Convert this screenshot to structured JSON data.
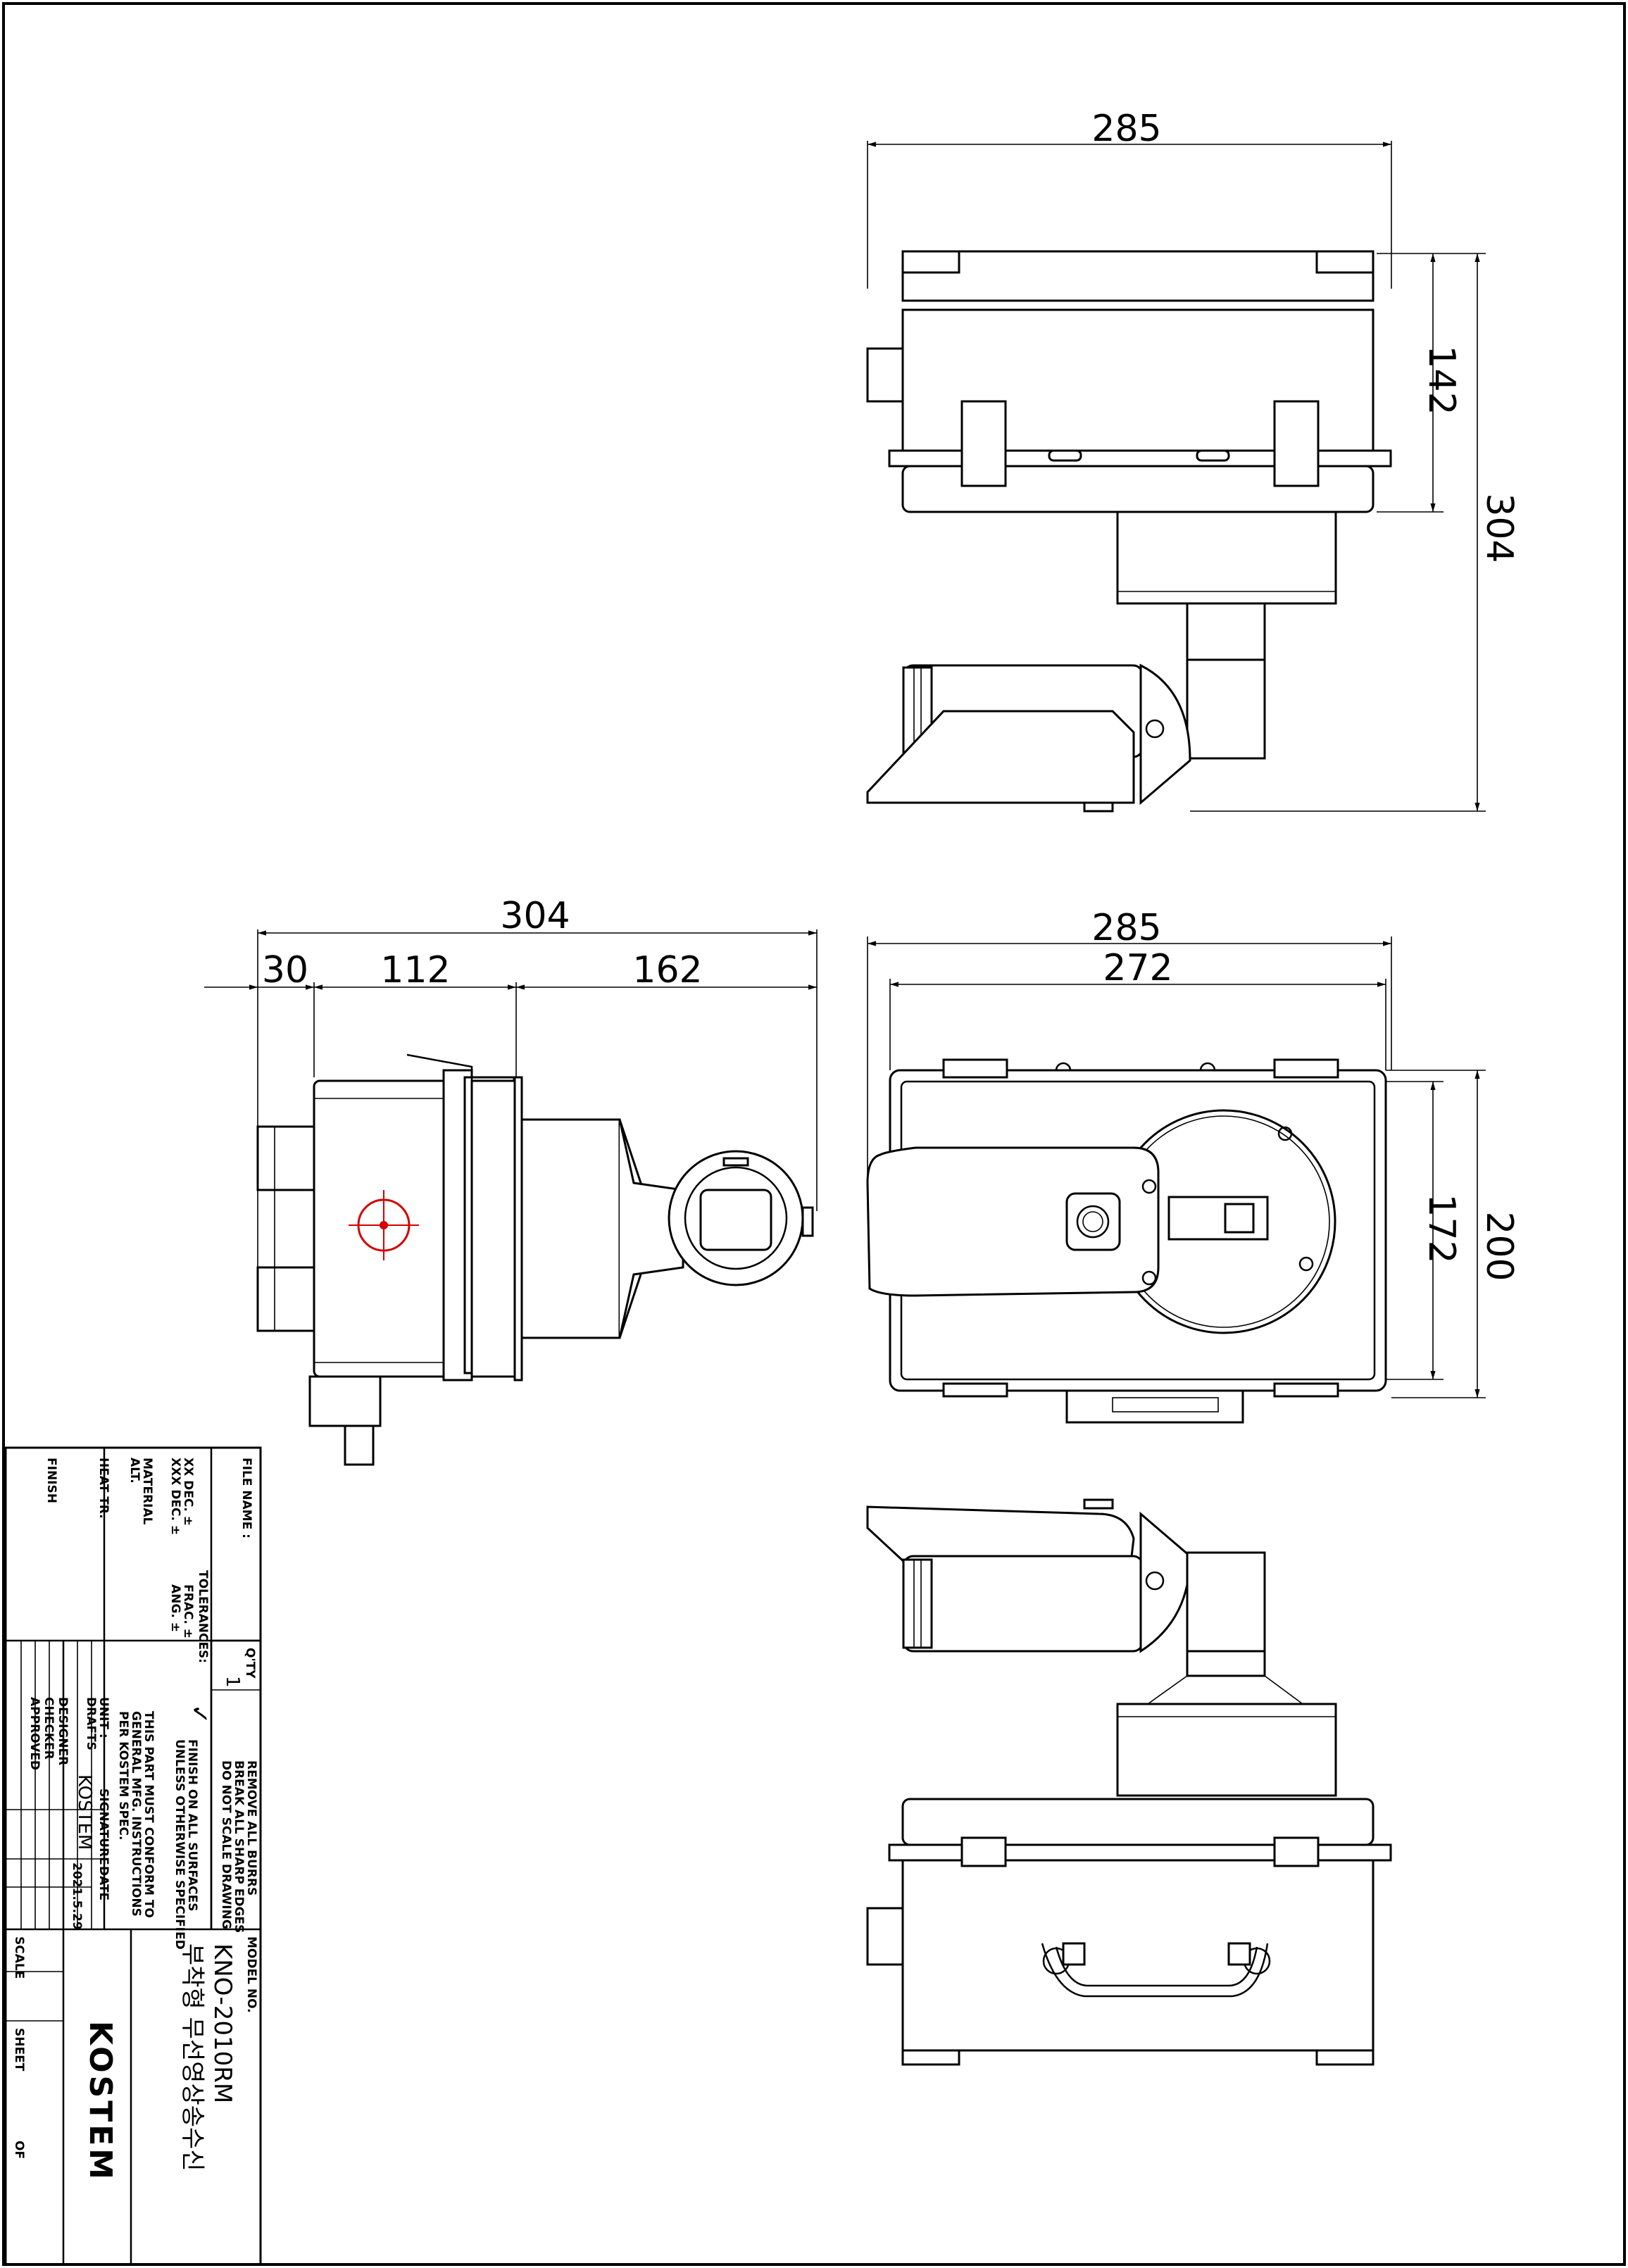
{
  "dimensions": {
    "top_width": "285",
    "top_height_body": "142",
    "top_height_total": "304",
    "side_total": "304",
    "side_a": "30",
    "side_b": "112",
    "side_c": "162",
    "front_width_outer": "285",
    "front_width_inner": "272",
    "front_height_inner": "172",
    "front_height_outer": "200"
  },
  "title_block": {
    "file_name_label": "FILE NAME :",
    "qty_label": "Q'TY",
    "qty_value": "1",
    "notes_1": "REMOVE ALL BURRS",
    "notes_2": "BREAK ALL SHARP EDGES",
    "notes_3": "DO NOT SCALE DRAWING",
    "model_no_label": "MODEL NO.",
    "model_no": "KNO-2010RM",
    "model_name_kr": "부착형 무선영상송수신",
    "tolerances_label": "TOLERANCES:",
    "xx_dec": "XX DEC.   ±",
    "xxx_dec": "XXX DEC.  ±",
    "frac": "FRAC.   ±",
    "ang": "ANG.    ±",
    "material_label": "MATERIAL",
    "alt_label": "ALT.",
    "heat_label": "HEAT TR.",
    "finish_label": "FINISH",
    "finish_note_1": "FINISH ON ALL SURFACES",
    "finish_note_2": "UNLESS OTHERWISE SPECIFIED",
    "conform_1": "THIS PART MUST CONFORM TO",
    "conform_2": "GENERAL MFG. INSTRUCTIONS",
    "conform_3": "PER KOSTEM SPEC.",
    "unit_label": "UNIT :",
    "drafts_label": "DRAFTS",
    "signature_label": "SIGNATURE",
    "date_label": "DATE",
    "designer_label": "DESIGNER",
    "checker_label": "CHECKER",
    "approved_label": "APPROVED",
    "designer_sig": "KOSTEM",
    "designer_date": "2021.5.29",
    "scale_label": "SCALE",
    "sheet_label": "SHEET",
    "of_label": "OF",
    "company_logo": "KOSTEM"
  },
  "colors": {
    "line": "#000000",
    "marker": "#d40000"
  }
}
